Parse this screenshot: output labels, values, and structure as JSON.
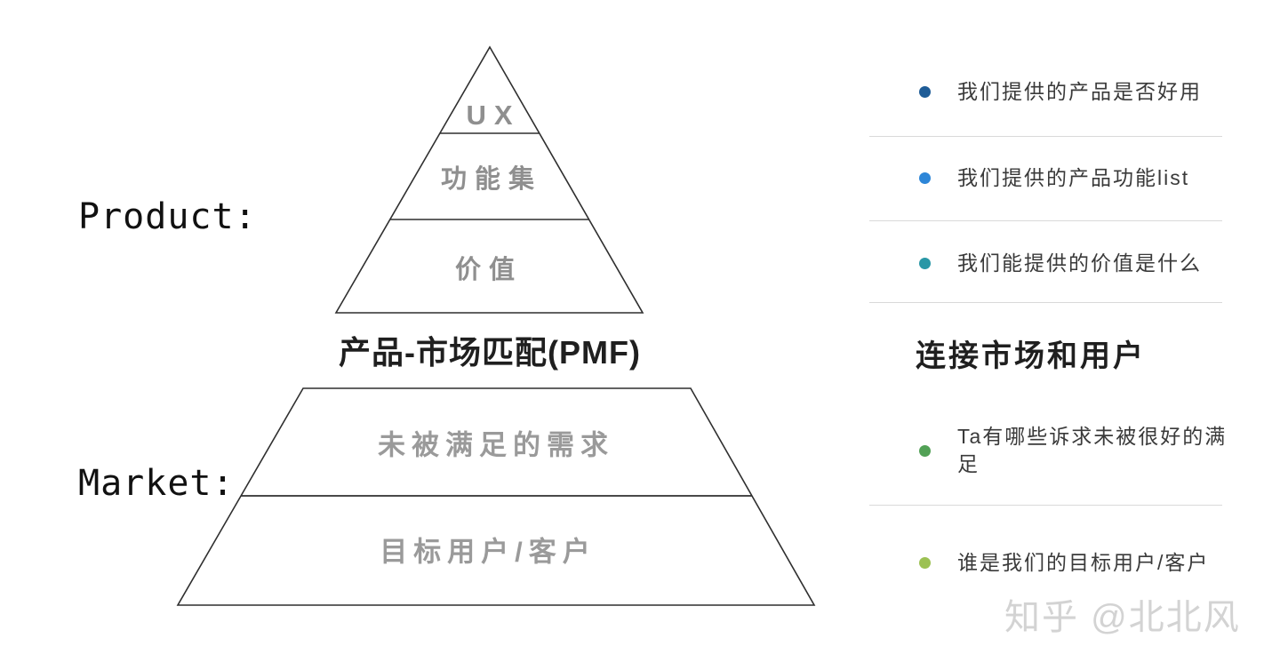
{
  "labels": {
    "product": "Product:",
    "market": "Market:"
  },
  "pyramid": {
    "levels": [
      {
        "label": "UX"
      },
      {
        "label": "功能集"
      },
      {
        "label": "价值"
      }
    ],
    "caption": "产品-市场匹配(PMF)"
  },
  "market_trapezoid": {
    "levels": [
      {
        "label": "未被满足的需求"
      },
      {
        "label": "目标用户/客户"
      }
    ]
  },
  "right_panel": {
    "heading": "连接市场和用户",
    "items": [
      {
        "text": "我们提供的产品是否好用",
        "dot_color": "#1e5c97"
      },
      {
        "text": "我们提供的产品功能list",
        "dot_color": "#2d86d8"
      },
      {
        "text": "我们能提供的价值是什么",
        "dot_color": "#2997a6"
      },
      {
        "text": "Ta有哪些诉求未被很好的满足",
        "dot_color": "#52a156"
      },
      {
        "text": "谁是我们的目标用户/客户",
        "dot_color": "#9cc153"
      }
    ]
  },
  "watermark": "知乎 @北北风",
  "colors": {
    "outline": "#2f2f2f",
    "divider": "#d9d9d9",
    "gray_label": "#8f8f8f",
    "dark_text": "#1f1f1f"
  }
}
